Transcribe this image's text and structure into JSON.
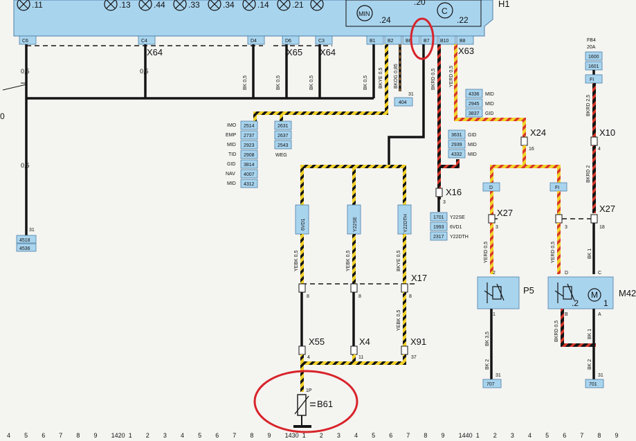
{
  "h1": {
    "label": "H1",
    "lamp_labels": [
      ".11",
      ".13",
      ".44",
      ".33",
      ".34",
      ".14",
      ".21",
      ".20"
    ],
    "min_label": "MIN",
    "c_label": "C",
    "pin24": ".24",
    "pin22": ".22",
    "pins": [
      "C6",
      "C4",
      "D4",
      "D6",
      "C3",
      "B1",
      "B2",
      "B6",
      "B7",
      "B10",
      "B8"
    ]
  },
  "connectors": {
    "x64a": "X64",
    "x64b": "X64",
    "x65": "X65",
    "x63": "X63",
    "x24": "X24",
    "x24_pin": "16",
    "x10": "X10",
    "x10_pin": "4",
    "x16": "X16",
    "x16_pin": "3",
    "x27a": "X27",
    "x27a_pin": "3",
    "x27b": "X27",
    "x27b_pin3": "3",
    "x27b_pin18": "18",
    "x17": "X17",
    "x17_pins": [
      "8",
      "8",
      "8"
    ],
    "x55": "X55",
    "x55_pin": "4",
    "x4": "X4",
    "x4_pin": "11",
    "x91": "X91",
    "x91_pin": "37",
    "b61": "B61",
    "b61_pin": "1P"
  },
  "wire_labels": {
    "w05a": "0,5",
    "w05b": "0,5",
    "w05c": "0,5",
    "bk05_1": "BK 0,5",
    "bk05_2": "BK 0,5",
    "bk05_3": "BK 0,5",
    "bk05_4": "BK 0,5",
    "bkye05": "BKYE 0,5",
    "bkog085": "BKOG 0,85",
    "bkrd05": "BKRD 0,5",
    "yerd05": "YERD 0,5",
    "bkrd25": "BKRD 2,5",
    "bkrd2": "BKRD 2",
    "yerd05b": "YERD 0,5",
    "yerd05c": "YERD 0,5",
    "yebk05_1": "YEBK 0,5",
    "yebk05_2": "YEBK 0,5",
    "bkye05_r": "BKYE 0,5",
    "yebk05_3": "YEBK 0,5",
    "bk35": "BK 3,5",
    "bk2a": "BK 2",
    "bkrd05b": "BKRD 0,5",
    "bk1a": "BK 1",
    "bk1b": "BK 1",
    "bk2b": "BK 2",
    "pin31": "31"
  },
  "ground_boxes": {
    "left": [
      "4518",
      "4536"
    ],
    "g404": [
      "404"
    ],
    "p5": [
      "707"
    ],
    "m42": [
      "701"
    ]
  },
  "fuse": {
    "name": "FB4",
    "rating": "20A",
    "codes": [
      "1600",
      "1601"
    ],
    "fi": "FI"
  },
  "variant_box_1": {
    "labels": [
      "IMO",
      "EMP",
      "MID",
      "TID",
      "GID",
      "NAV",
      "MID"
    ],
    "codes": [
      "2514",
      "2737",
      "2923",
      "2908",
      "3814",
      "4007",
      "4312"
    ]
  },
  "variant_box_2": {
    "codes": [
      "2631",
      "2637",
      "2543"
    ],
    "label": "WEG"
  },
  "variant_box_3": {
    "codes": [
      "4336",
      "2945",
      "3837"
    ],
    "labels": [
      "MID",
      "MID",
      "GID"
    ]
  },
  "variant_box_4": {
    "codes": [
      "3631",
      "2939",
      "4332"
    ],
    "labels": [
      "GID",
      "MID",
      "MID"
    ]
  },
  "variant_box_5": {
    "codes": [
      "1701",
      "1993",
      "2317"
    ],
    "labels": [
      "Y22SE",
      "6VD1",
      "Y22DTH"
    ]
  },
  "engine_tags": [
    "6VD1",
    "Y22SE",
    "Y22DTH"
  ],
  "tags_d_fi": {
    "d": "D",
    "fi": "FI"
  },
  "p5": {
    "label": "P5",
    "pin2": "2",
    "pin1": "1"
  },
  "m42": {
    "label": "M42",
    "pinD": "D",
    "pinC": "C",
    "pinB": "B",
    "pinA": "A",
    "pin2": ".2",
    "pin1": "1",
    "motor": "M"
  },
  "ruler": {
    "items": [
      "4",
      "5",
      "6",
      "7",
      "8",
      "9",
      "1420",
      "1",
      "2",
      "3",
      "4",
      "5",
      "6",
      "7",
      "8",
      "9",
      "1430",
      "1",
      "2",
      "3",
      "4",
      "5",
      "6",
      "7",
      "8",
      "9",
      "1440",
      "1",
      "2",
      "3",
      "4",
      "5",
      "6",
      "7",
      "8",
      "9"
    ]
  },
  "edge_label": "0",
  "colors": {
    "cluster_blue": "#a9d4ee",
    "wire_black": "#141414",
    "wire_yellow": "#f2d22a",
    "wire_red": "#d9372a",
    "highlight_circle": "#d8232a"
  }
}
